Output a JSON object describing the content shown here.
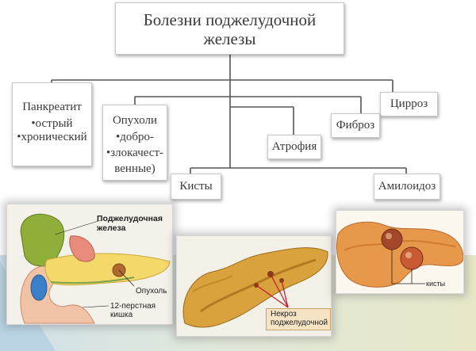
{
  "root": {
    "line1": "Болезни поджелудочной",
    "line2": "железы"
  },
  "nodes": {
    "pancreatitis": {
      "title": "Панкреатит",
      "items": [
        "•острый",
        "•хронический"
      ]
    },
    "tumors": {
      "title": "Опухоли",
      "lines": [
        "•добро-",
        "•злокачест-",
        "венные)"
      ]
    },
    "cirrhosis": "Цирроз",
    "fibrosis": "Фиброз",
    "atrophy": "Атрофия",
    "cysts": "Кисты",
    "amyloidosis": "Амилоидоз"
  },
  "photos": {
    "anatomy": {
      "title_line1": "Поджелудочная",
      "title_line2": "железа",
      "tumor_label": "Опухоль",
      "duodenum_line1": "12-перстная",
      "duodenum_line2": "кишка"
    },
    "necrosis": {
      "label_line1": "Некроз",
      "label_line2": "поджелудочной"
    },
    "cysts": {
      "label": "кисты"
    }
  }
}
